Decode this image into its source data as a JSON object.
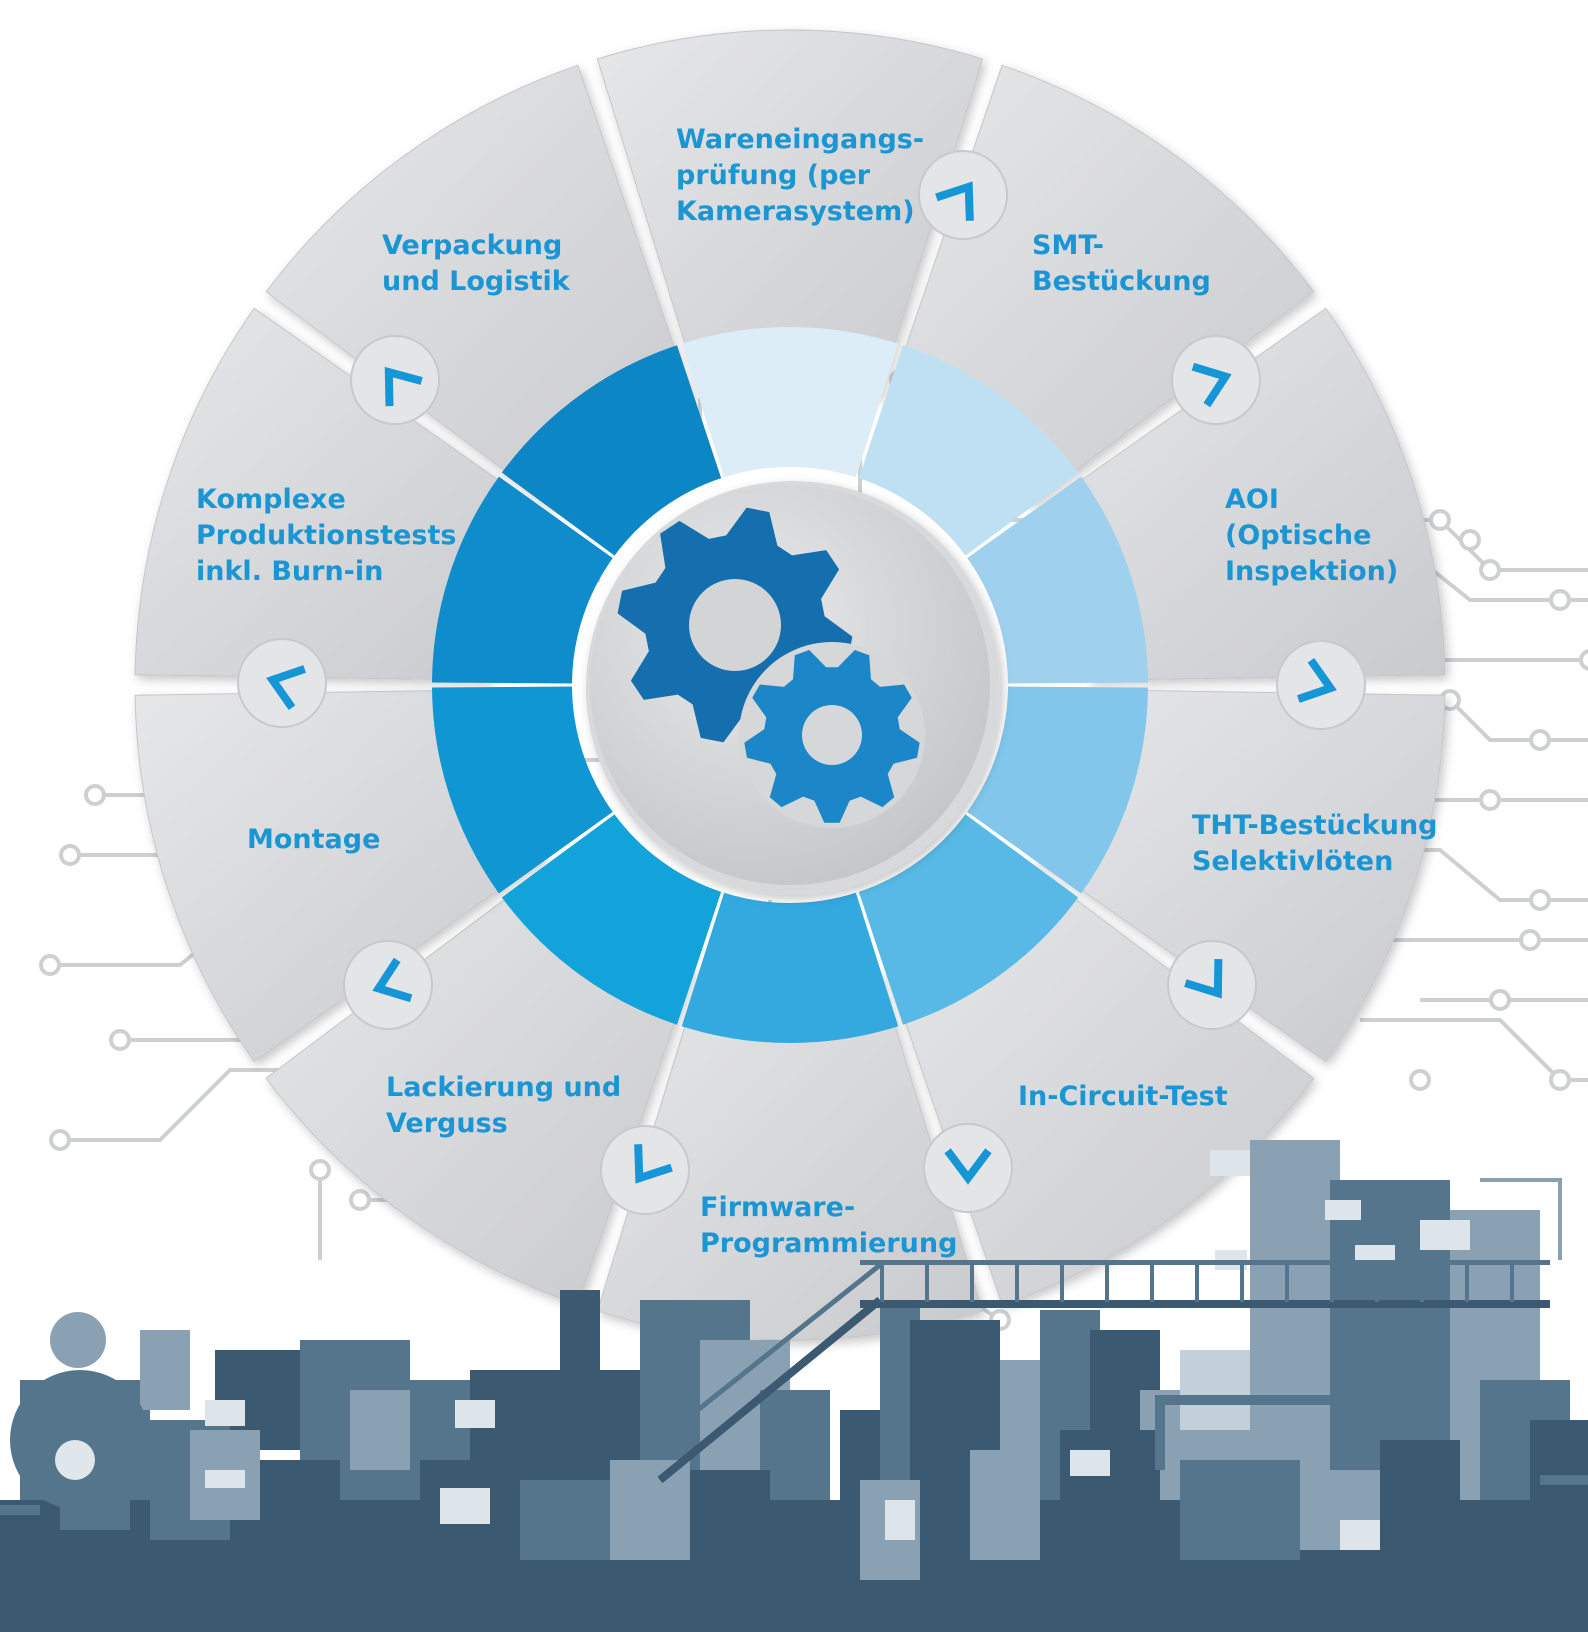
{
  "colors": {
    "label": "#1a96d4",
    "segment_fill": "#d9dadc",
    "segment_shadow": "#b9bbbe",
    "ring_dark": "#0f86c6",
    "ring_light": "#d7ecf8",
    "gear_dark": "#156fae",
    "gear_light": "#1b86c8",
    "circuit": "#c9cbcd",
    "factory_dark": "#3b5a72",
    "factory_mid": "#55758d",
    "factory_light": "#8aa1b3"
  },
  "center_icon": "gears-icon",
  "segments": [
    {
      "id": "wareneingang",
      "lines": [
        "Wareneingangs-",
        "prüfung (per",
        "Kamerasystem)"
      ],
      "ring_color": "#dcedf8"
    },
    {
      "id": "smt",
      "lines": [
        "SMT-",
        "Bestückung"
      ],
      "ring_color": "#bfe0f3"
    },
    {
      "id": "aoi",
      "lines": [
        "AOI",
        "(Optische",
        "Inspektion)"
      ],
      "ring_color": "#9fd0ee"
    },
    {
      "id": "tht",
      "lines": [
        "THT-Bestückung",
        "Selektivlöten"
      ],
      "ring_color": "#82c6ec"
    },
    {
      "id": "ict",
      "lines": [
        "In-Circuit-Test"
      ],
      "ring_color": "#58b9e6"
    },
    {
      "id": "firmware",
      "lines": [
        "Firmware-",
        "Programmierung"
      ],
      "ring_color": "#33a9df"
    },
    {
      "id": "lackierung",
      "lines": [
        "Lackierung und",
        "Verguss"
      ],
      "ring_color": "#13a3db"
    },
    {
      "id": "montage",
      "lines": [
        "Montage"
      ],
      "ring_color": "#1096d3"
    },
    {
      "id": "burnin",
      "lines": [
        "Komplexe",
        "Produktionstests",
        "inkl. Burn-in"
      ],
      "ring_color": "#0f8ccc"
    },
    {
      "id": "verpackung",
      "lines": [
        "Verpackung",
        "und Logistik"
      ],
      "ring_color": "#0d86c5"
    }
  ],
  "arrows": "chevron-icon"
}
